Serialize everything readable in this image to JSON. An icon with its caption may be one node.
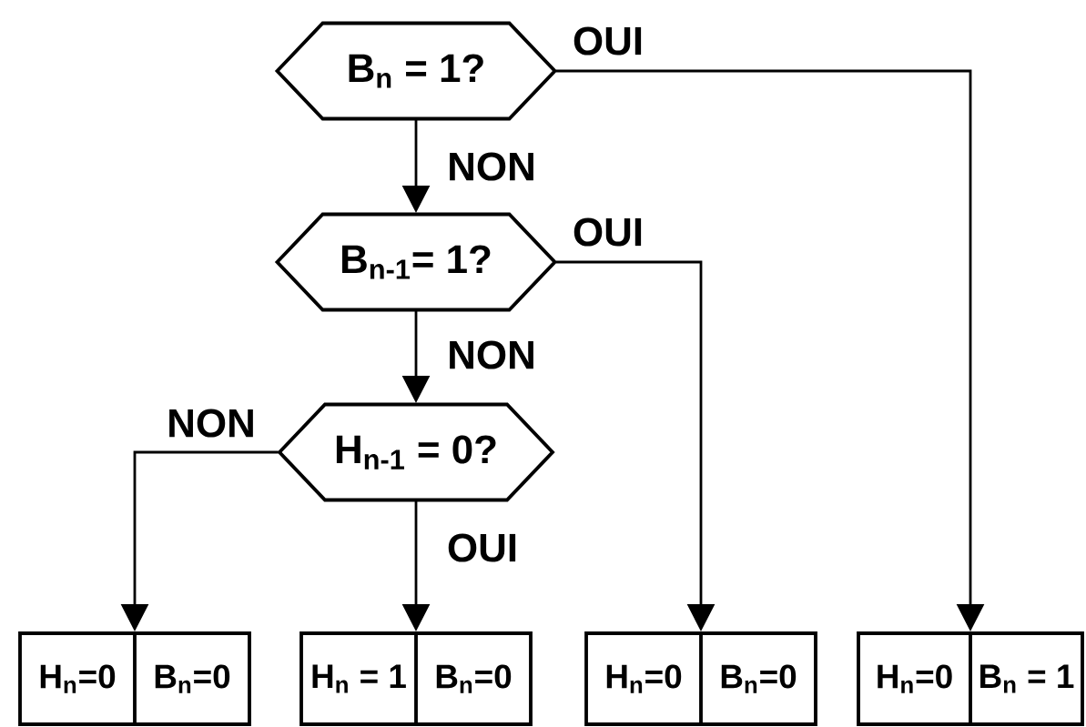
{
  "diagram": {
    "nodes": [
      {
        "text": [
          "B$_{n}$ = 1?"
        ]
      },
      {
        "text": [
          "B$_{n-1}$= 1?"
        ]
      },
      {
        "text": [
          "H$_{n-1}$ = 0?"
        ]
      },
      {
        "text": [
          "H$_{n}$=0",
          "B$_{n}$=0"
        ]
      },
      {
        "text": [
          "H$_{n}$ = 1",
          "B$_{n}$=0"
        ]
      },
      {
        "text": [
          "H$_{n}$=0",
          "B$_{n}$=0"
        ]
      },
      {
        "text": [
          "H$_{n}$=0",
          "B$_{n}$ = 1"
        ]
      }
    ],
    "edges": [
      {
        "from": 0,
        "to": 6,
        "arrow": "to",
        "label": "OUI"
      },
      {
        "from": 0,
        "to": 1,
        "arrow": "to",
        "label": "NON"
      },
      {
        "from": 1,
        "to": 5,
        "arrow": "to",
        "label": "OUI"
      },
      {
        "from": 1,
        "to": 2,
        "arrow": "to",
        "label": "NON"
      },
      {
        "from": 2,
        "to": 3,
        "arrow": "to",
        "label": "NON"
      },
      {
        "from": 2,
        "to": 4,
        "arrow": "to",
        "label": "OUI"
      }
    ]
  }
}
